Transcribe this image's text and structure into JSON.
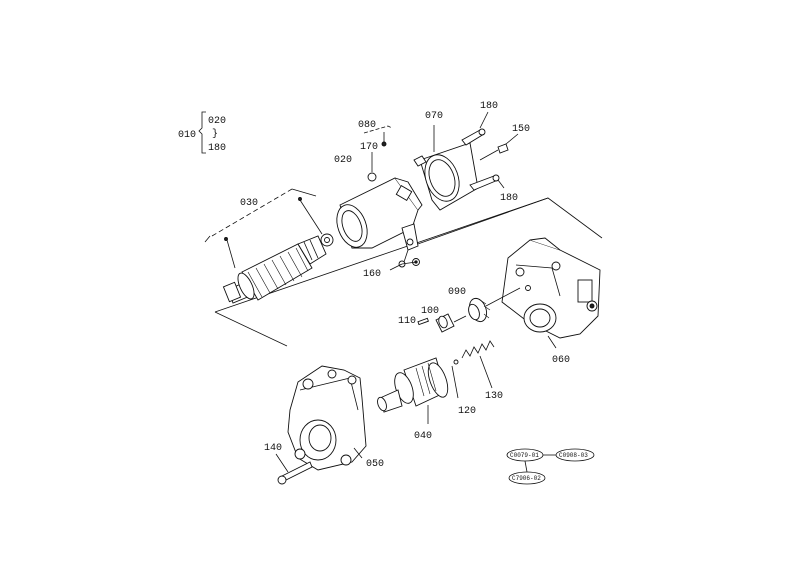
{
  "assembly": {
    "code": "010",
    "range_from": "020",
    "range_sep": "}",
    "range_to": "180"
  },
  "parts": [
    {
      "id": "p020",
      "label": "020"
    },
    {
      "id": "p030",
      "label": "030"
    },
    {
      "id": "p040",
      "label": "040"
    },
    {
      "id": "p050",
      "label": "050"
    },
    {
      "id": "p060",
      "label": "060"
    },
    {
      "id": "p070",
      "label": "070"
    },
    {
      "id": "p080",
      "label": "080"
    },
    {
      "id": "p090",
      "label": "090"
    },
    {
      "id": "p100",
      "label": "100"
    },
    {
      "id": "p110",
      "label": "110"
    },
    {
      "id": "p120",
      "label": "120"
    },
    {
      "id": "p130",
      "label": "130"
    },
    {
      "id": "p140",
      "label": "140"
    },
    {
      "id": "p150",
      "label": "150"
    },
    {
      "id": "p160",
      "label": "160"
    },
    {
      "id": "p170",
      "label": "170"
    },
    {
      "id": "p180a",
      "label": "180"
    },
    {
      "id": "p180b",
      "label": "180"
    }
  ],
  "references": [
    "C0079-01",
    "C0908-03",
    "C7906-02"
  ]
}
